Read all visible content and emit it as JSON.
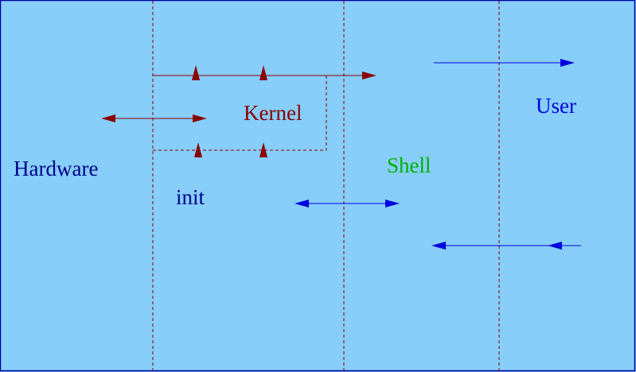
{
  "diagram": {
    "background_color": "#87cefa",
    "colors": {
      "hardware": "#00008b",
      "init": "#00008b",
      "kernel": "#8b0000",
      "shell": "#00b000",
      "user": "#0000e0",
      "kernel_arrows": "#8b0000",
      "user_arrows": "#0000e0",
      "dividers": "#8b0000",
      "border": "#0000a0"
    },
    "labels": {
      "hardware": "Hardware",
      "init": "init",
      "kernel": "Kernel",
      "shell": "Shell",
      "user": "User"
    }
  }
}
